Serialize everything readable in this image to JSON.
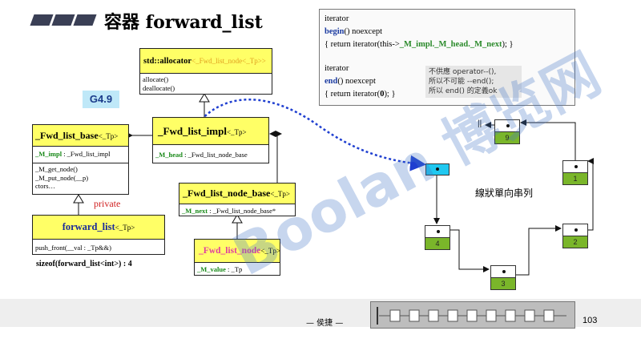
{
  "title": "容器 forward_list",
  "badge": "G4.9",
  "allocator": {
    "name": "std::allocator",
    "tmpl": "<_Fwd_list_node<_Tp>>",
    "methods": [
      "allocate()",
      "deallocate()"
    ]
  },
  "fwd_list_base": {
    "name": "_Fwd_list_base",
    "tmpl": "<_Tp>",
    "field_name": "_M_impl",
    "field_type": " : _Fwd_list_impl",
    "methods": [
      "_M_get_node()",
      "_M_put_node(__p)",
      "ctors…"
    ]
  },
  "fwd_list_impl": {
    "name": "_Fwd_list_impl",
    "tmpl": "<_Tp>",
    "field_name": "_M_head",
    "field_type": " : _Fwd_list_node_base"
  },
  "fwd_list_node_base": {
    "name": "_Fwd_list_node_base",
    "tmpl": "<_Tp>",
    "field_name": "_M_next",
    "field_type": " : _Fwd_list_node_base*"
  },
  "fwd_list_node": {
    "name": "_Fwd_list_node",
    "tmpl": "<_Tp>",
    "field_name": "_M_value",
    "field_type": " : _Tp"
  },
  "forward_list": {
    "name": "forward_list",
    "tmpl": "<_Tp>",
    "method": "push_front(__val : _Tp&&)"
  },
  "private_label": "private",
  "sizeof_text": "sizeof(forward_list<int>) : 4",
  "code": {
    "l1": "iterator",
    "l2_kw": "begin",
    "l2_rest": "() noexcept",
    "l3_pre": "{ return iterator(this->",
    "l3_hl": "_M_impl._M_head._M_next",
    "l3_post": "); }",
    "l4": "iterator",
    "l5_kw": "end",
    "l5_rest": "() noexcept",
    "l6_pre": "{ return iterator(",
    "l6_hl": "0",
    "l6_post": "); }",
    "note": [
      "不供應 operator--(),",
      "所以不可能 --end();",
      "所以 end() 的定義ok"
    ]
  },
  "list_label": "線狀單向串列",
  "nodes": [
    "9",
    "1",
    "2",
    "3",
    "4"
  ],
  "null_mark": "||",
  "author": "— 侯捷 —",
  "page_number": "103",
  "watermark": "Boolan 博览网"
}
